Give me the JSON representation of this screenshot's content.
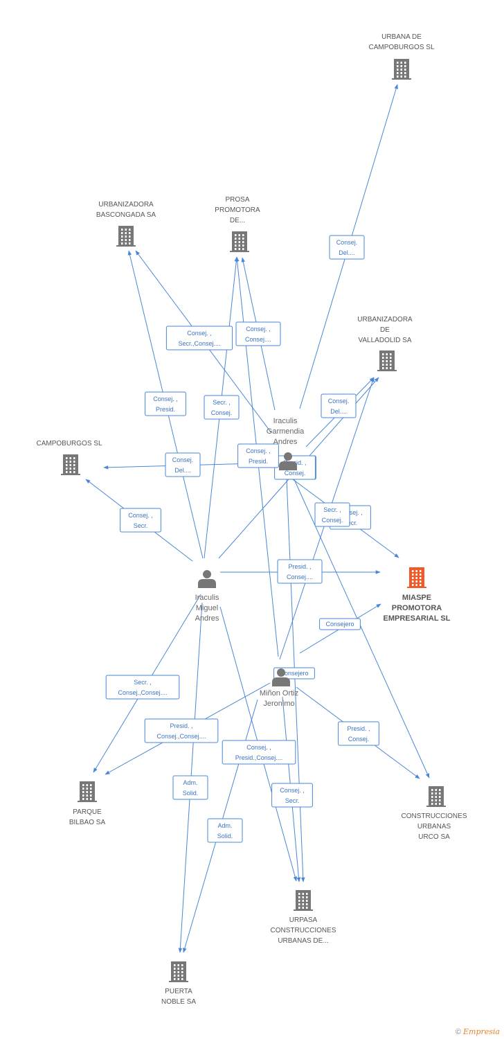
{
  "colors": {
    "edge": "#4a87d6",
    "company": "#777777",
    "main_company": "#f05a28",
    "person": "#777777"
  },
  "companies": [
    {
      "id": "urbana",
      "icon": "building-icon",
      "lines": [
        "URBANA DE",
        "CAMPOBURGOS SL"
      ]
    },
    {
      "id": "basc",
      "icon": "building-icon",
      "lines": [
        "URBANIZADORA",
        "BASCONGADA SA"
      ]
    },
    {
      "id": "prosa",
      "icon": "building-icon",
      "lines": [
        "PROSA",
        "PROMOTORA",
        "DE..."
      ]
    },
    {
      "id": "vall",
      "icon": "building-icon",
      "lines": [
        "URBANIZADORA",
        "DE",
        "VALLADOLID SA"
      ]
    },
    {
      "id": "campo",
      "icon": "building-icon",
      "lines": [
        "CAMPOBURGOS SL"
      ]
    },
    {
      "id": "miaspe",
      "icon": "building-icon",
      "main": true,
      "lines": [
        "MIASPE",
        "PROMOTORA",
        "EMPRESARIAL SL"
      ]
    },
    {
      "id": "parque",
      "icon": "building-icon",
      "lines": [
        "PARQUE",
        "BILBAO SA"
      ]
    },
    {
      "id": "urco",
      "icon": "building-icon",
      "lines": [
        "CONSTRUCCIONES",
        "URBANAS",
        "URCO SA"
      ]
    },
    {
      "id": "urpasa",
      "icon": "building-icon",
      "lines": [
        "URPASA",
        "CONSTRUCCIONES",
        "URBANAS DE..."
      ]
    },
    {
      "id": "puerta",
      "icon": "building-icon",
      "lines": [
        "PUERTA",
        "NOBLE SA"
      ]
    }
  ],
  "persons": [
    {
      "id": "garmendia",
      "icon": "person-icon",
      "lines": [
        "Iraculis",
        "Garmendia",
        "Andres"
      ]
    },
    {
      "id": "miguel",
      "icon": "person-icon",
      "lines": [
        "Iraculis",
        "Miguel",
        "Andres"
      ]
    },
    {
      "id": "minon",
      "icon": "person-icon",
      "lines": [
        "Miñon Ortiz",
        "Jeronimo"
      ]
    }
  ],
  "edges": [
    {
      "from": "garmendia",
      "to": "urbana",
      "lines": [
        "Consej.",
        "Del...."
      ]
    },
    {
      "from": "garmendia",
      "to": "basc",
      "lines": [
        "Consej. ,",
        "Secr.,Consej...."
      ]
    },
    {
      "from": "garmendia",
      "to": "prosa",
      "lines": [
        "Consej. ,",
        "Consej...."
      ]
    },
    {
      "from": "garmendia",
      "to": "vall",
      "lines": [
        "Consej.",
        "Del...."
      ]
    },
    {
      "from": "garmendia",
      "to": "campo",
      "lines": [
        "Consej.",
        "Del...."
      ]
    },
    {
      "from": "garmendia",
      "to": "miaspe",
      "lines": [
        "Consej. ,",
        "Secr."
      ]
    },
    {
      "from": "garmendia",
      "to": "urco",
      "lines": [
        "Presid. ,",
        "Consej."
      ]
    },
    {
      "from": "garmendia",
      "to": "urpasa",
      "lines": [
        "Presid. ,",
        "Consej."
      ]
    },
    {
      "from": "miguel",
      "to": "basc",
      "lines": [
        "Consej. ,",
        "Presid."
      ]
    },
    {
      "from": "miguel",
      "to": "prosa",
      "lines": [
        "Secr. ,",
        "Consej."
      ]
    },
    {
      "from": "miguel",
      "to": "campo",
      "lines": [
        "Consej. ,",
        "Secr."
      ]
    },
    {
      "from": "miguel",
      "to": "vall",
      "lines": [
        "Secr. ,",
        "Consej."
      ]
    },
    {
      "from": "miguel",
      "to": "miaspe",
      "lines": [
        "Presid. ,",
        "Consej...."
      ]
    },
    {
      "from": "miguel",
      "to": "parque",
      "lines": [
        "Secr. ,",
        "Consej.,Consej...."
      ]
    },
    {
      "from": "miguel",
      "to": "puerta",
      "lines": [
        "Adm.",
        "Solid."
      ]
    },
    {
      "from": "miguel",
      "to": "urpasa",
      "lines": [
        "Consej. ,",
        "Presid.,Consej...."
      ]
    },
    {
      "from": "minon",
      "to": "prosa",
      "lines": [
        "Consej. ,",
        "Presid."
      ]
    },
    {
      "from": "minon",
      "to": "miaspe",
      "lines": [
        "Consejero"
      ]
    },
    {
      "from": "minon",
      "to": "parque",
      "lines": [
        "Presid. ,",
        "Consej.,Consej...."
      ]
    },
    {
      "from": "minon",
      "to": "urco",
      "lines": [
        "Presid. ,",
        "Consej."
      ]
    },
    {
      "from": "minon",
      "to": "urpasa",
      "lines": [
        "Consej. ,",
        "Secr."
      ]
    },
    {
      "from": "minon",
      "to": "puerta",
      "lines": [
        "Adm.",
        "Solid."
      ]
    },
    {
      "from": "minon",
      "to": "vall",
      "lines": [
        "Consejero"
      ]
    }
  ],
  "footer": {
    "copyright": "©",
    "brand": "Empresia"
  }
}
